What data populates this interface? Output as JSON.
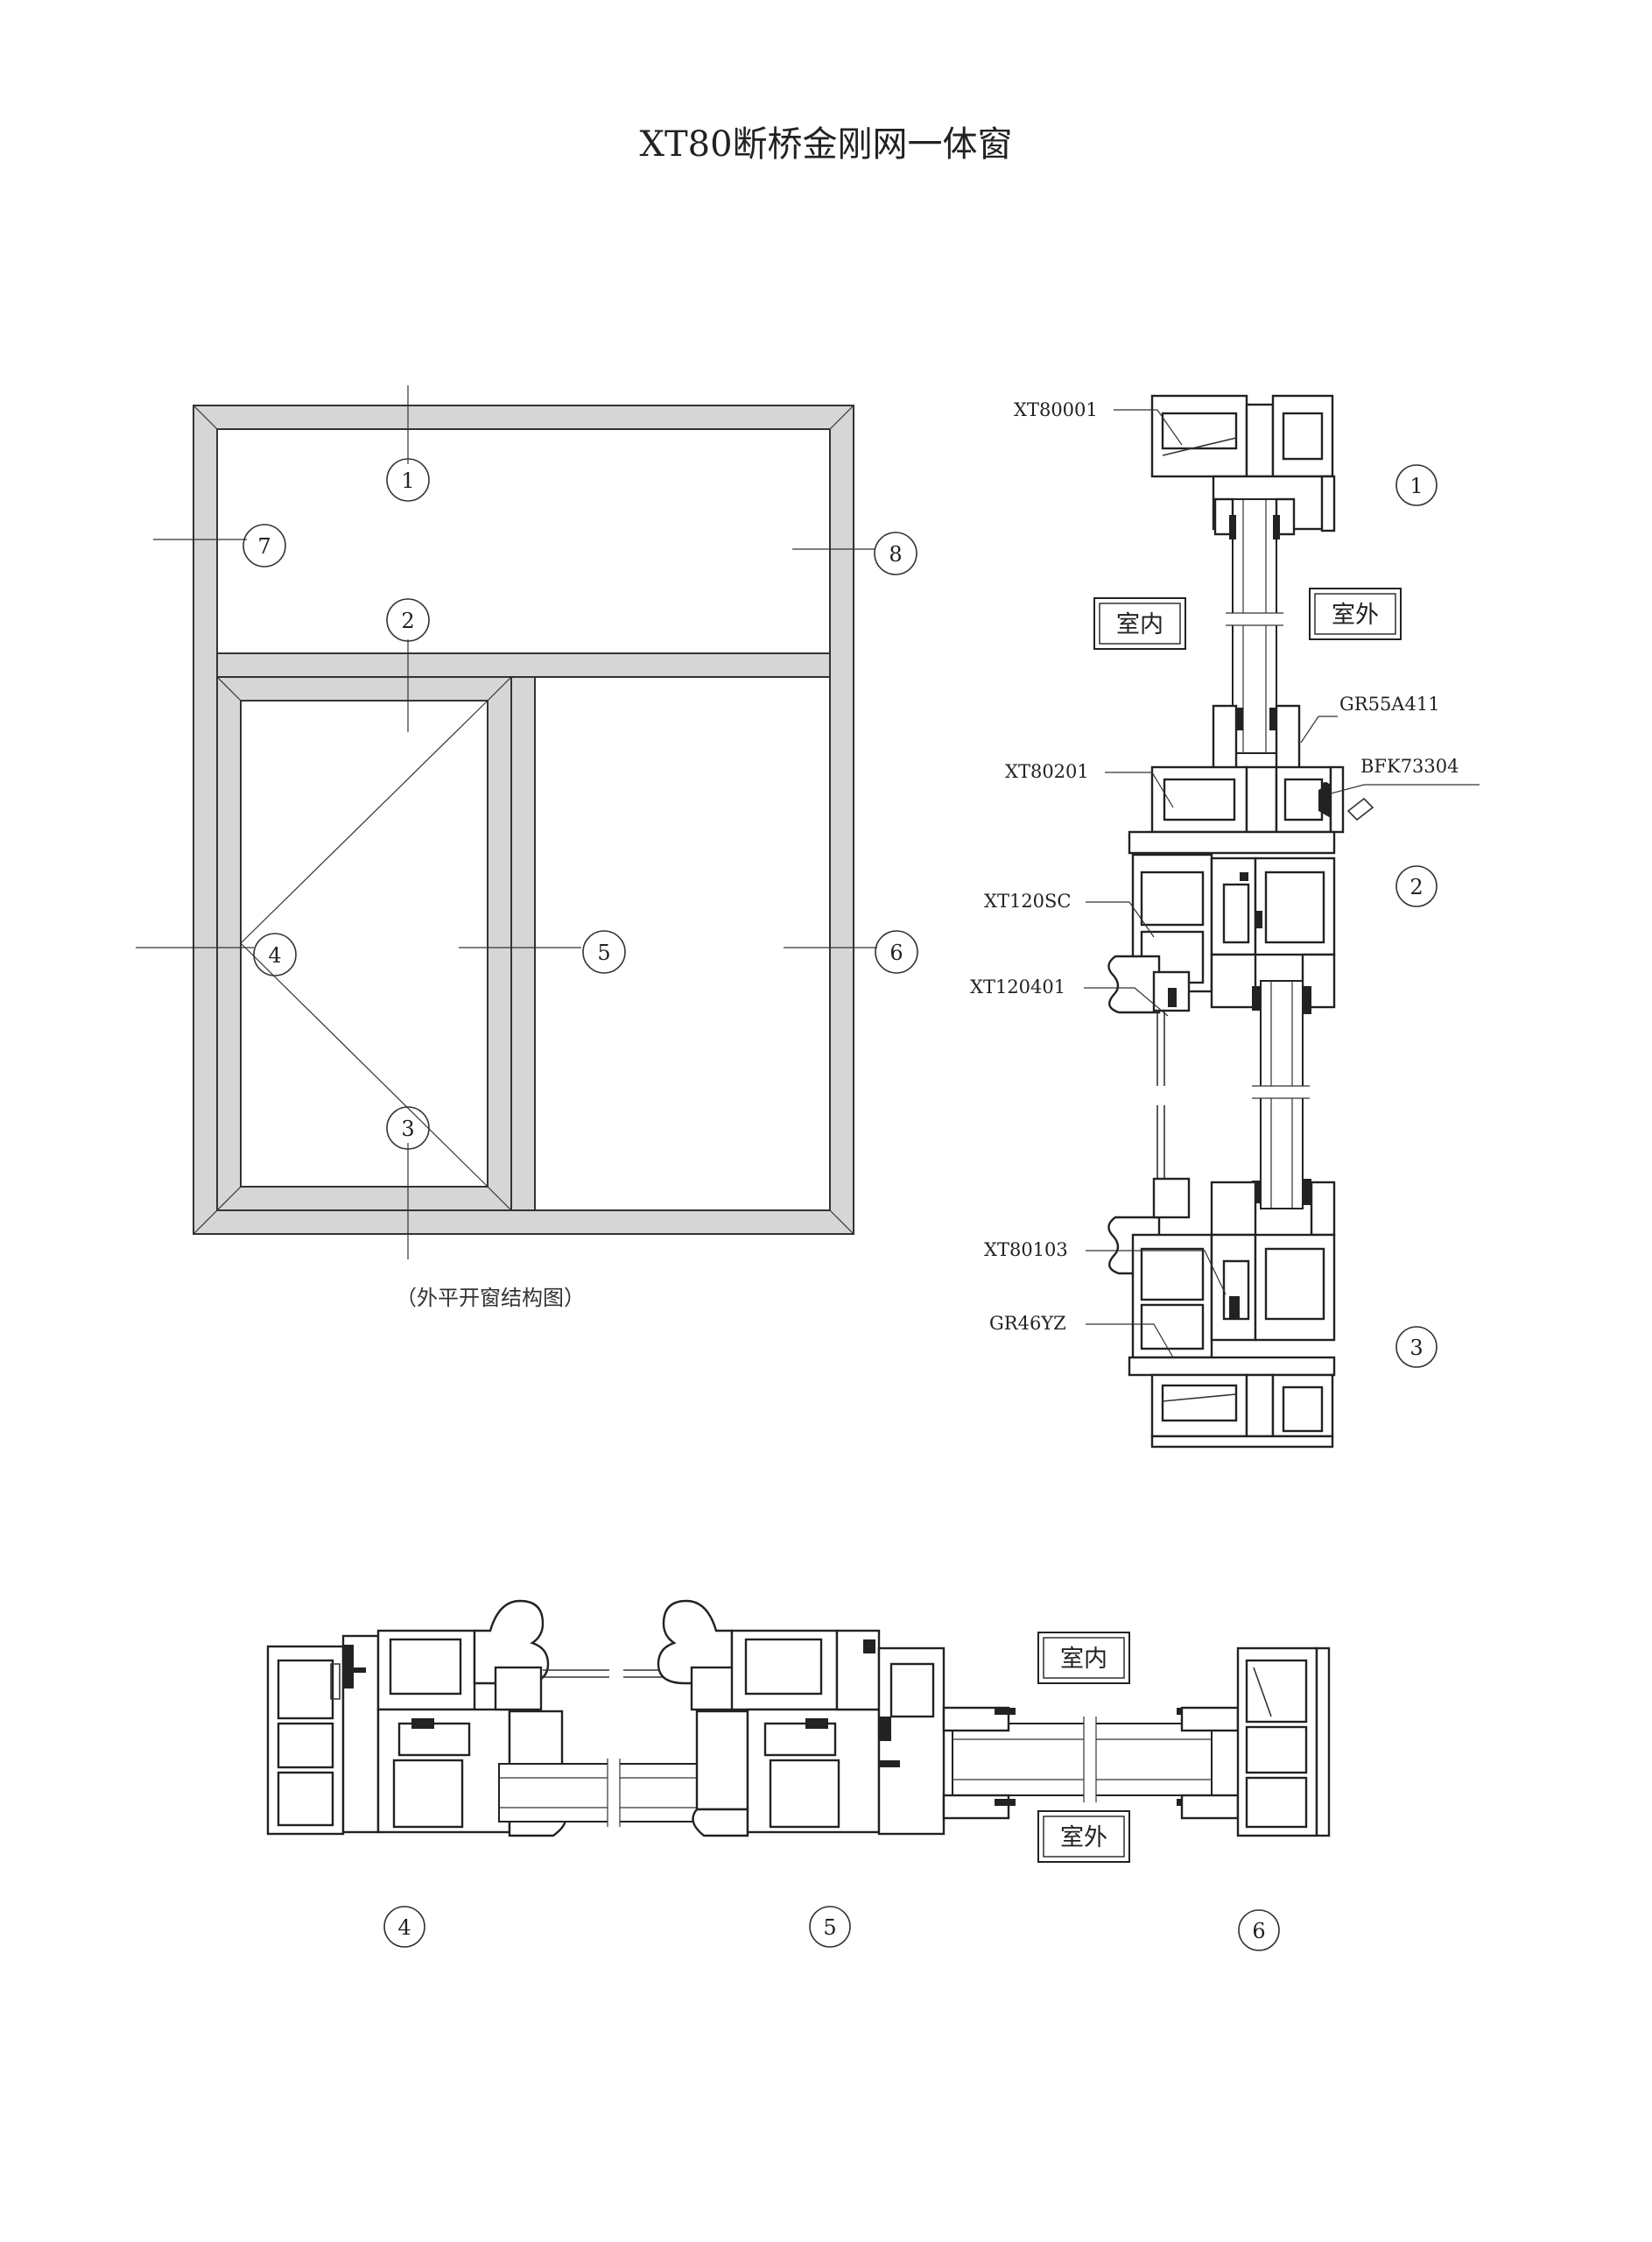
{
  "title": "XT80断桥金刚网一体窗",
  "elevation": {
    "caption": "（外平开窗结构图）",
    "markers": [
      "1",
      "2",
      "3",
      "4",
      "5",
      "6",
      "7",
      "8"
    ]
  },
  "vertical_section": {
    "markers": [
      "1",
      "2",
      "3"
    ],
    "indoor_label": "室内",
    "outdoor_label": "室外",
    "parts": [
      "XT80001",
      "GR55A411",
      "XT80201",
      "BFK73304",
      "XT120SC",
      "XT120401",
      "XT80103",
      "GR46YZ"
    ]
  },
  "horizontal_section": {
    "markers": [
      "4",
      "5",
      "6"
    ],
    "indoor_label": "室内",
    "outdoor_label": "室外"
  }
}
